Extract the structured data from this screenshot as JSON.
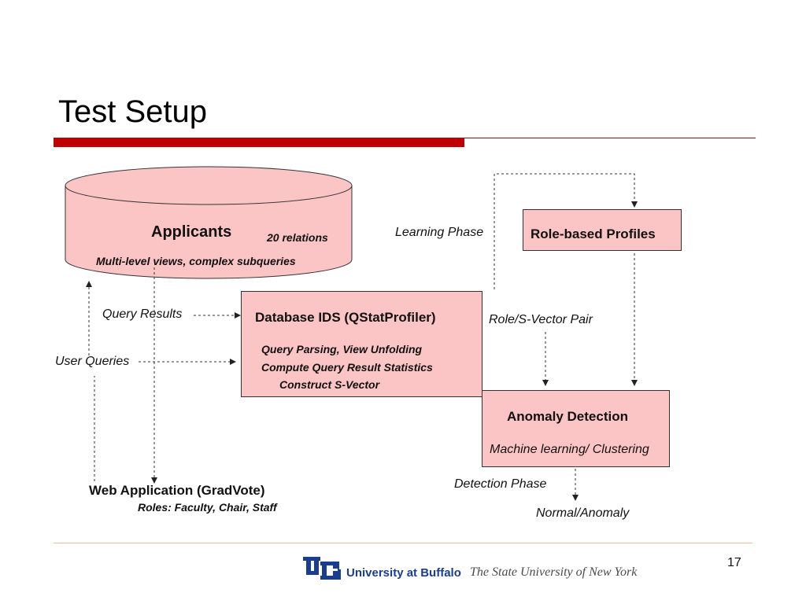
{
  "slide": {
    "title": "Test Setup",
    "page_number": "17"
  },
  "diagram": {
    "database": {
      "title": "Applicants",
      "relations": "20 relations",
      "subtitle": "Multi-level views, complex subqueries"
    },
    "ids_box": {
      "title": "Database IDS (QStatProfiler)",
      "lines": [
        "Query Parsing, View Unfolding",
        "Compute Query Result Statistics",
        "Construct S-Vector"
      ]
    },
    "profiles_box": {
      "title": "Role-based Profiles"
    },
    "anomaly_box": {
      "title": "Anomaly Detection",
      "subtitle": "Machine learning/ Clustering"
    },
    "web_app": {
      "title": "Web Application (GradVote)",
      "roles": "Roles: Faculty, Chair, Staff"
    },
    "labels": {
      "query_results": "Query Results",
      "user_queries": "User Queries",
      "learning_phase": "Learning Phase",
      "role_svector_pair": "Role/S-Vector Pair",
      "detection_phase": "Detection Phase",
      "normal_anomaly": "Normal/Anomaly"
    },
    "colors": {
      "box_fill": "#fcc5c5",
      "accent": "#c00000",
      "ub_blue": "#1a3d8f"
    }
  },
  "footer": {
    "logo_mark": "UB",
    "university": "University at Buffalo",
    "system": "The State University of New York"
  }
}
